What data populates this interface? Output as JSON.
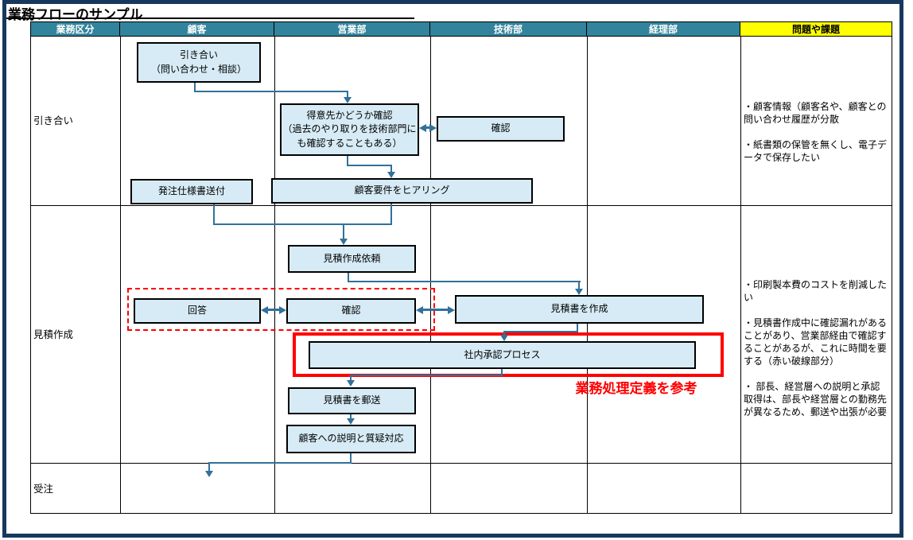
{
  "title": "業務フローのサンプル",
  "header": {
    "columns": [
      "業務区分",
      "顧客",
      "営業部",
      "技術部",
      "経理部",
      "問題や課題"
    ]
  },
  "row_labels": [
    "引き合い",
    "見積作成",
    "受注"
  ],
  "boxes": {
    "inquiry": "引き合い\n（問い合わせ・相談）",
    "check_customer": "得意先かどうか確認\n（過去のやり取りを技術部門に\nも確認することもある）",
    "confirm_tech": "確認",
    "send_order_spec": "発注仕様書送付",
    "hearing": "顧客要件をヒアリング",
    "quote_request": "見積作成依頼",
    "reply": "回答",
    "confirm_sales": "確認",
    "create_quote": "見積書を作成",
    "approval_process": "社内承認プロセス",
    "mail_quote": "見積書を郵送",
    "explain": "顧客への説明と質疑対応"
  },
  "issues": {
    "inquiry_row": "・顧客情報（顧客名や、顧客との問い合わせ履歴が分散\n\n・紙書類の保管を無くし、電子データで保存したい",
    "quote_row": "・印刷製本費のコストを削減したい\n\n・見積書作成中に確認漏れがあることがあり、営業部経由で確認することがあるが、これに時間を要する（赤い破線部分）\n\n・ 部長、経営層への説明と承認取得は、部長や経営層との勤務先が異なるため、郵送や出張が必要"
  },
  "annotations": {
    "red_note": "業務処理定義を参考"
  },
  "colors": {
    "header_teal": "#31849B",
    "highlight_yellow": "#FFFF00",
    "box_fill": "#D6EBF5",
    "connector": "#31719B",
    "frame_navy": "#17375E",
    "alert_red": "#FF0000"
  }
}
